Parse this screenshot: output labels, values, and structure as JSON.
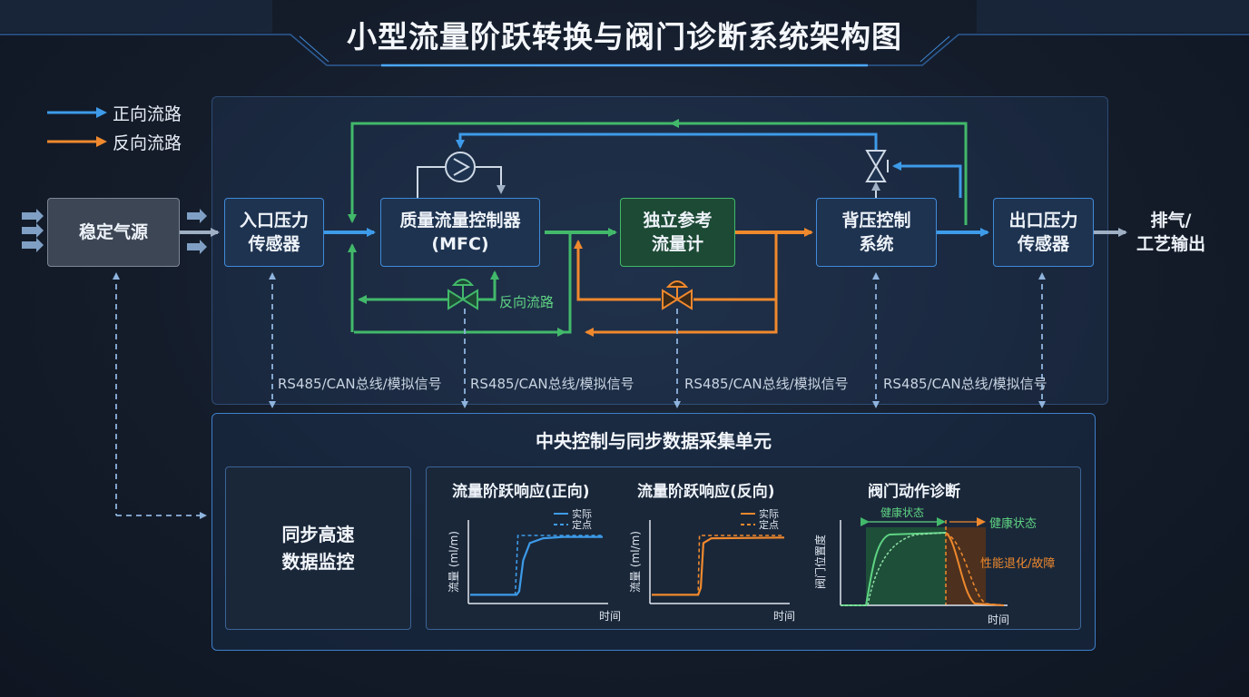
{
  "title": "小型流量阶跃转换与阀门诊断系统架构图",
  "legend": [
    {
      "label": "正向流路",
      "color": "#3d9be9"
    },
    {
      "label": "反向流路",
      "color": "#f0892d"
    }
  ],
  "nodes": {
    "source": "稳定气源",
    "inlet": "入口压力\n传感器",
    "mfc_line1": "质量流量控制器",
    "mfc_line2": "(MFC)",
    "ref_meter": "独立参考\n流量计",
    "back_pressure": "背压控制\n系统",
    "outlet": "出口压力\n传感器",
    "exhaust": "排气/\n工艺输出"
  },
  "reverse_path_label": "反向流路",
  "bus_labels": [
    "RS485/CAN总线/模拟信号",
    "RS485/CAN总线/模拟信号",
    "RS485/CAN总线/模拟信号",
    "RS485/CAN总线/模拟信号"
  ],
  "central_unit": {
    "title": "中央控制与同步数据采集单元",
    "monitor": "同步高速\n数据监控"
  },
  "charts": [
    {
      "title": "流量阶跃响应(正向)",
      "ylabel": "流量 (ml/m)",
      "xlabel": "时间",
      "legend": [
        "实际",
        "定点"
      ],
      "color": "#3d9be9",
      "chart_data": {
        "type": "line",
        "series": [
          {
            "name": "实际",
            "style": "solid",
            "points": [
              [
                0,
                0.1
              ],
              [
                0.35,
                0.1
              ],
              [
                0.37,
                0.15
              ],
              [
                0.4,
                0.6
              ],
              [
                0.45,
                0.85
              ],
              [
                0.55,
                0.92
              ],
              [
                0.7,
                0.94
              ],
              [
                1,
                0.94
              ]
            ]
          },
          {
            "name": "定点",
            "style": "dashed",
            "points": [
              [
                0,
                0.1
              ],
              [
                0.34,
                0.1
              ],
              [
                0.36,
                0.96
              ],
              [
                1,
                0.96
              ]
            ]
          }
        ]
      }
    },
    {
      "title": "流量阶跃响应(反向)",
      "ylabel": "流量 (ml/m)",
      "xlabel": "时间",
      "legend": [
        "实际",
        "定点"
      ],
      "color": "#f0892d",
      "chart_data": {
        "type": "line",
        "series": [
          {
            "name": "实际",
            "style": "solid",
            "points": [
              [
                0,
                0.1
              ],
              [
                0.35,
                0.1
              ],
              [
                0.37,
                0.2
              ],
              [
                0.39,
                0.85
              ],
              [
                0.45,
                0.92
              ],
              [
                1,
                0.93
              ]
            ]
          },
          {
            "name": "定点",
            "style": "dashed",
            "points": [
              [
                0,
                0.1
              ],
              [
                0.35,
                0.1
              ],
              [
                0.36,
                0.96
              ],
              [
                1,
                0.96
              ]
            ]
          }
        ]
      }
    },
    {
      "title": "阀门动作诊断",
      "ylabel": "阀门位置度",
      "xlabel": "时间",
      "healthy_label": "健康状态",
      "healthy_label_right": "健康状态",
      "fault_label": "性能退化/故障",
      "healthy_color": "#42b96a",
      "fault_color": "#f0892d"
    }
  ]
}
